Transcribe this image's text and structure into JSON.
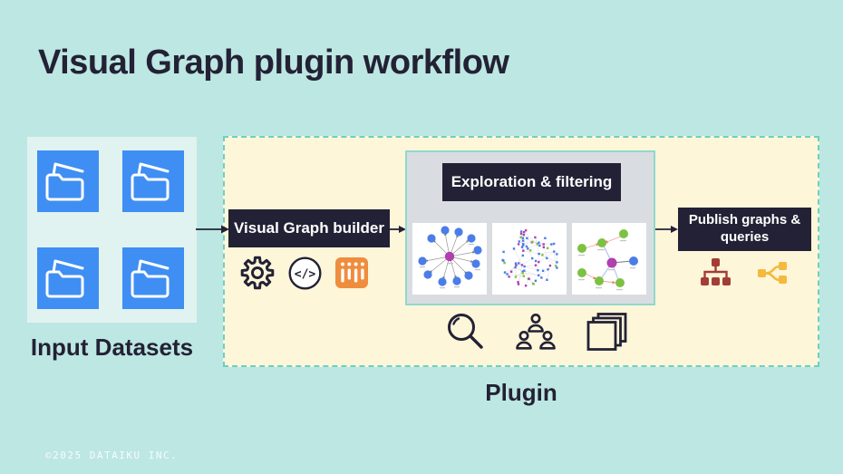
{
  "title": "Visual Graph plugin workflow",
  "input_datasets": {
    "label": "Input Datasets"
  },
  "plugin": {
    "label": "Plugin",
    "builder": {
      "label": "Visual Graph builder"
    },
    "exploration": {
      "label": "Exploration & filtering"
    },
    "publish": {
      "label": "Publish graphs & queries"
    }
  },
  "glyphs": {
    "code": "</>"
  },
  "icons": {
    "input": [
      "folder-icon",
      "folder-icon",
      "folder-icon",
      "folder-icon"
    ],
    "builder": [
      "gear-icon",
      "code-icon",
      "dataset-table-icon"
    ],
    "collaboration": [
      "search-icon",
      "users-icon",
      "documents-icon"
    ],
    "publish": [
      "org-chart-icon",
      "share-icon"
    ]
  },
  "footer": {
    "copyright": "©2025 DATAIKU INC."
  },
  "colors": {
    "bg": "#bde7e2",
    "panel": "#e0f3f0",
    "tile": "#3f8ef3",
    "navy": "#232135",
    "plugin-bg": "#fdf6d9",
    "dash": "#6fcfc3",
    "gray-panel": "#d9dde1",
    "expl-border": "#8fd8cc",
    "orange": "#ef8d3d",
    "brick": "#a33d36",
    "gold": "#f5b93e",
    "node-blue": "#4a7de8",
    "node-green": "#7cc242",
    "node-magenta": "#b13fae"
  }
}
